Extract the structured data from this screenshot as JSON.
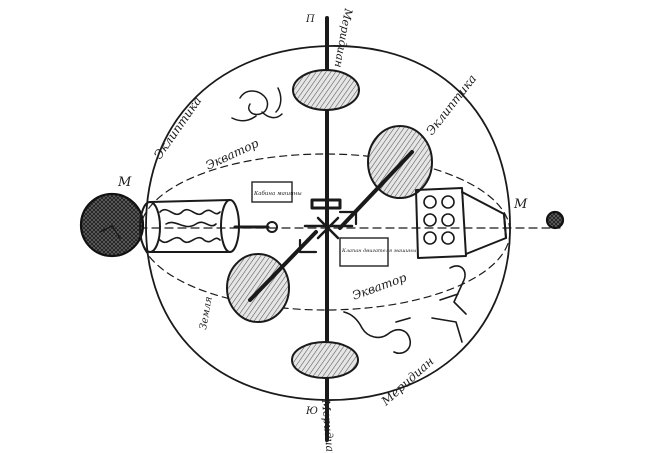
{
  "labels": {
    "meridian_top": "Меридиан",
    "meridian_bottom": "Меридиан",
    "equator_top": "Экватор",
    "equator_bottom": "Экватор",
    "ecliptic_left": "Эклиптика",
    "ecliptic_right": "Эклиптика",
    "star_left": "М",
    "star_right": "М",
    "box_upper": "Кабина машины",
    "box_lower": "Клапан двигателя машины",
    "body_mark": "Земля",
    "pole_top": "П",
    "pole_bottom": "Ю"
  }
}
